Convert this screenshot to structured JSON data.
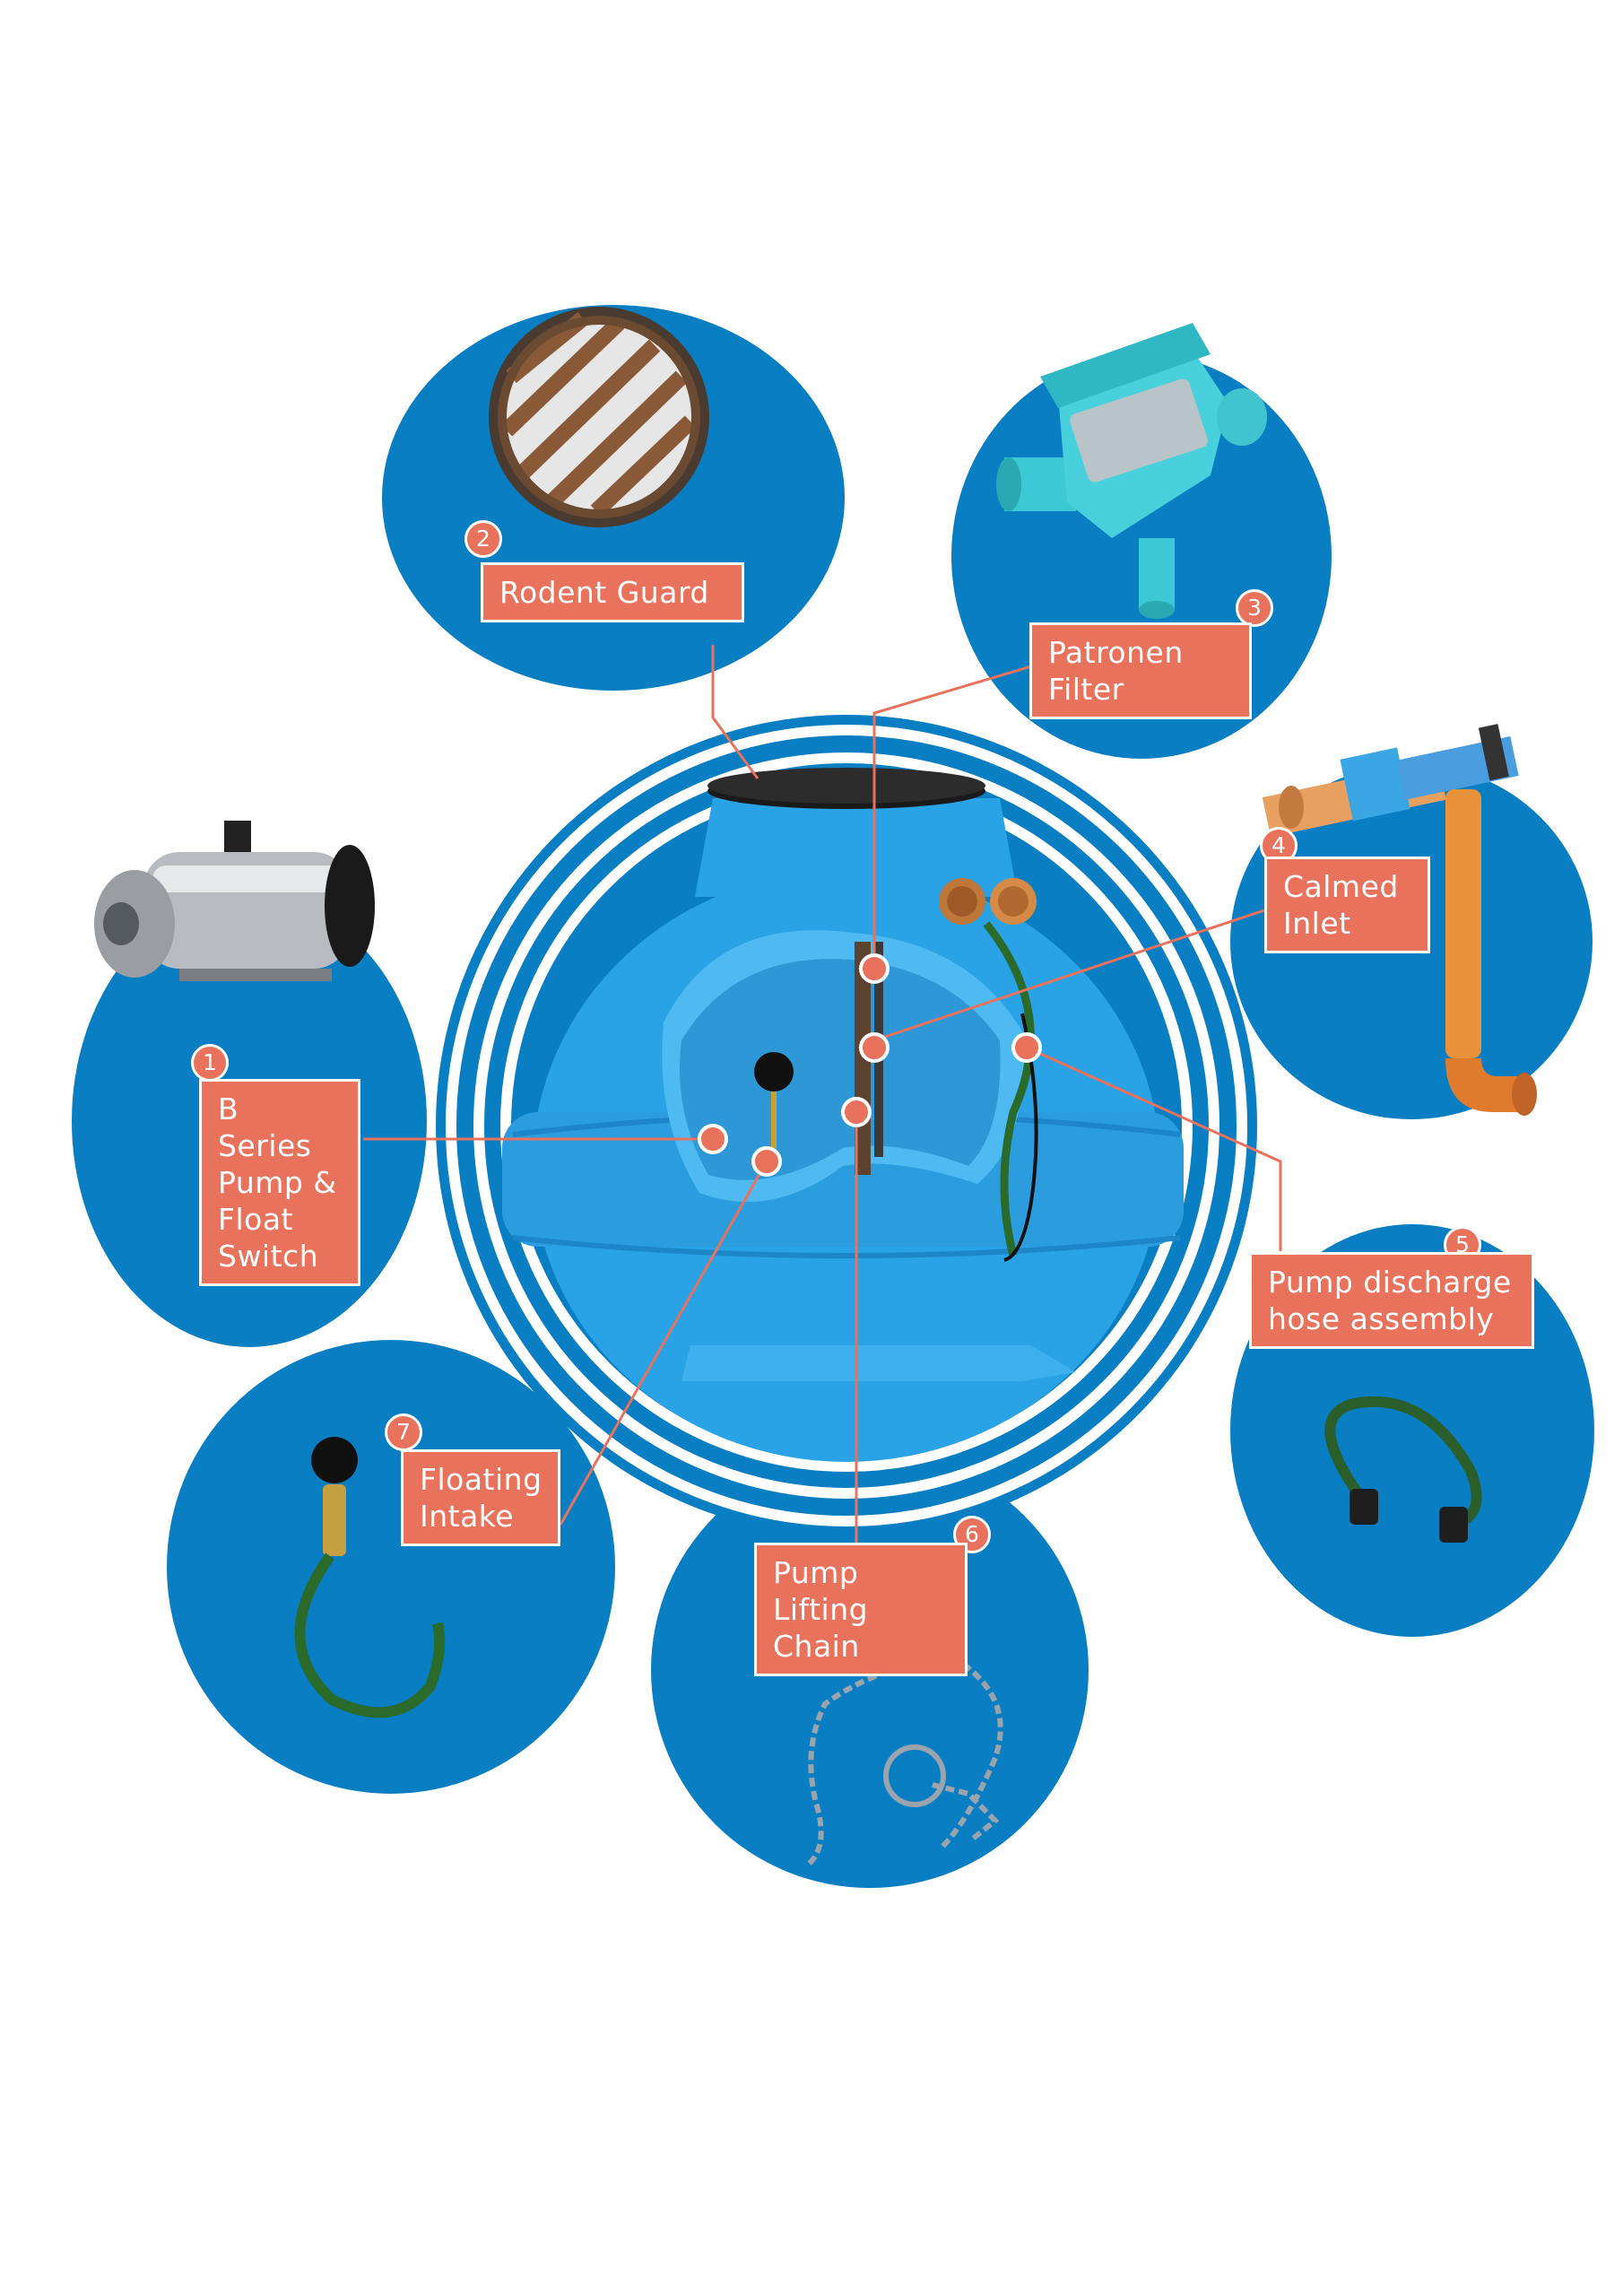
{
  "colors": {
    "circle_blue": "#0a7ec2",
    "tank_blue": "#2aa3e6",
    "accent": "#e8725c",
    "leader": "#e8725c"
  },
  "parts": [
    {
      "number": "1",
      "name": "B Series Pump & Float Switch",
      "lines": [
        "B Series",
        "Pump &",
        "Float",
        "Switch"
      ],
      "icon": "pump-icon"
    },
    {
      "number": "2",
      "name": "Rodent Guard",
      "lines": [
        "Rodent Guard"
      ],
      "icon": "rodent-guard-icon"
    },
    {
      "number": "3",
      "name": "Patronen Filter",
      "lines": [
        "Patronen",
        "Filter"
      ],
      "icon": "filter-icon"
    },
    {
      "number": "4",
      "name": "Calmed Inlet",
      "lines": [
        "Calmed",
        "Inlet"
      ],
      "icon": "calmed-inlet-icon"
    },
    {
      "number": "5",
      "name": "Pump discharge hose assembly",
      "lines": [
        "Pump discharge",
        "hose assembly"
      ],
      "icon": "hose-icon"
    },
    {
      "number": "6",
      "name": "Pump Lifting Chain",
      "lines": [
        "Pump Lifting",
        "Chain"
      ],
      "icon": "chain-icon"
    },
    {
      "number": "7",
      "name": "Floating Intake",
      "lines": [
        "Floating",
        "Intake"
      ],
      "icon": "floating-intake-icon"
    }
  ]
}
